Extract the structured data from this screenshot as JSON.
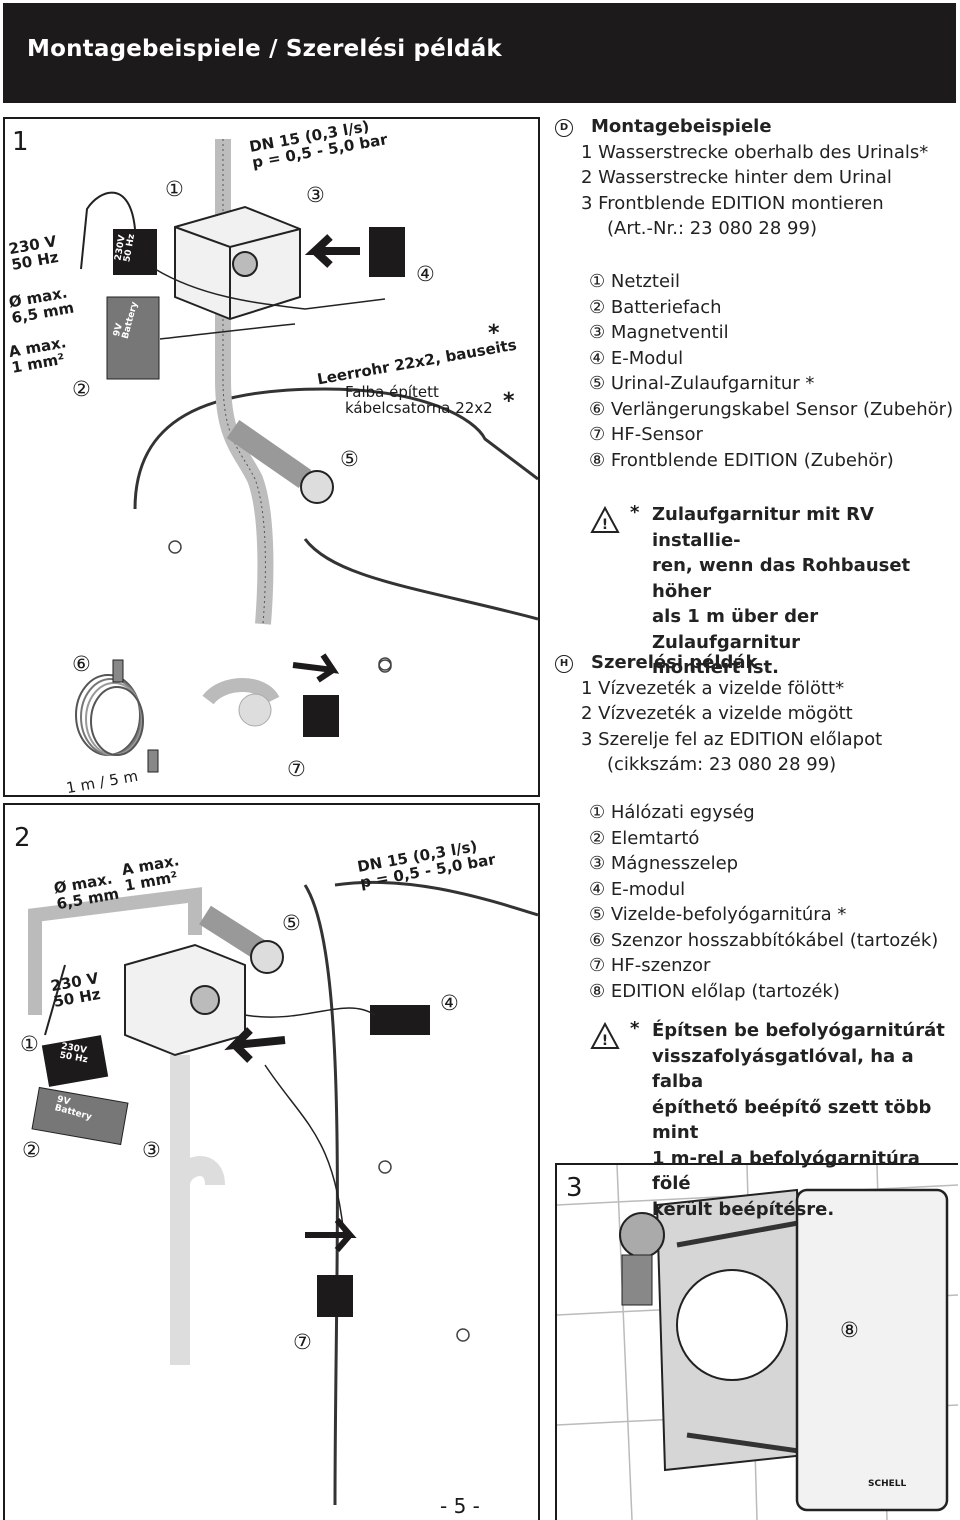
{
  "header": {
    "title": "Montagebeispiele / Szerelési példák"
  },
  "figures": {
    "fig1": {
      "number": "1",
      "spec": [
        "DN 15 (0,3 l/s)",
        "p = 0,5 - 5,0 bar"
      ],
      "power": [
        "230 V",
        "50 Hz"
      ],
      "cable_dia": [
        "Ø max.",
        "6,5 mm"
      ],
      "cable_area": [
        "A max.",
        "1 mm²"
      ],
      "leerrohr": "Leerrohr 22x2, bauseits",
      "falba": [
        "Falba épített",
        "kábelcsatorna 22x2"
      ],
      "star": "*",
      "markers": {
        "m1": "①",
        "m2": "②",
        "m3": "③",
        "m4": "④",
        "m5": "⑤"
      },
      "device_power": [
        "230V",
        "50 Hz"
      ],
      "device_battery": [
        "9V",
        "Battery"
      ]
    },
    "mid": {
      "m6": "⑥",
      "m7": "⑦",
      "length": "1 m / 5 m"
    },
    "fig2": {
      "number": "2",
      "spec": [
        "DN 15 (0,3 l/s)",
        "p = 0,5 - 5,0 bar"
      ],
      "power": [
        "230 V",
        "50 Hz"
      ],
      "cable_dia": [
        "Ø max.",
        "6,5 mm"
      ],
      "cable_area": [
        "A max.",
        "1 mm²"
      ],
      "markers": {
        "m1": "①",
        "m2": "②",
        "m3": "③",
        "m4": "④",
        "m5": "⑤",
        "m7": "⑦"
      },
      "device_power": [
        "230V",
        "50 Hz"
      ],
      "device_battery": [
        "9V",
        "Battery"
      ]
    },
    "fig3": {
      "number": "3",
      "m8": "⑧",
      "brand": "SCHELL"
    }
  },
  "german": {
    "lang": "D",
    "title": "Montagebeispiele",
    "items": [
      "1  Wasserstrecke oberhalb des Urinals*",
      "2  Wasserstrecke hinter dem Urinal",
      "3  Frontblende EDITION montieren"
    ],
    "item3_cont": "(Art.-Nr.: 23 080 28 99)",
    "parts": [
      "① Netzteil",
      "② Batteriefach",
      "③ Magnetventil",
      "④ E-Modul",
      "⑤ Urinal-Zulaufgarnitur *",
      "⑥ Verlängerungskabel Sensor (Zubehör)",
      "⑦ HF-Sensor",
      "⑧ Frontblende EDITION (Zubehör)"
    ],
    "warning_star": "*",
    "warning": [
      "Zulaufgarnitur mit RV installie-",
      "ren, wenn das Rohbauset höher",
      "als 1 m über der Zulaufgarnitur",
      "montiert ist."
    ]
  },
  "hungarian": {
    "lang": "H",
    "title": "Szerelési példák",
    "items": [
      "1  Vízvezeték a vizelde fölött*",
      "2  Vízvezeték a vizelde mögött",
      "3  Szerelje fel az EDITION előlapot"
    ],
    "item3_cont": "(cikkszám: 23 080 28 99)",
    "parts": [
      "① Hálózati egység",
      "② Elemtartó",
      "③ Mágnesszelep",
      "④ E-modul",
      "⑤ Vizelde-befolyógarnitúra *",
      "⑥ Szenzor hosszabbítókábel (tartozék)",
      "⑦ HF-szenzor",
      "⑧ EDITION előlap (tartozék)"
    ],
    "warning_star": "*",
    "warning": [
      "Építsen be befolyógarnitúrát",
      "visszafolyásgatlóval, ha a falba",
      "építhető beépítő szett több mint",
      "1 m-rel a befolyógarnitúra fölé",
      "került beépítésre."
    ]
  },
  "page_number": "- 5 -"
}
